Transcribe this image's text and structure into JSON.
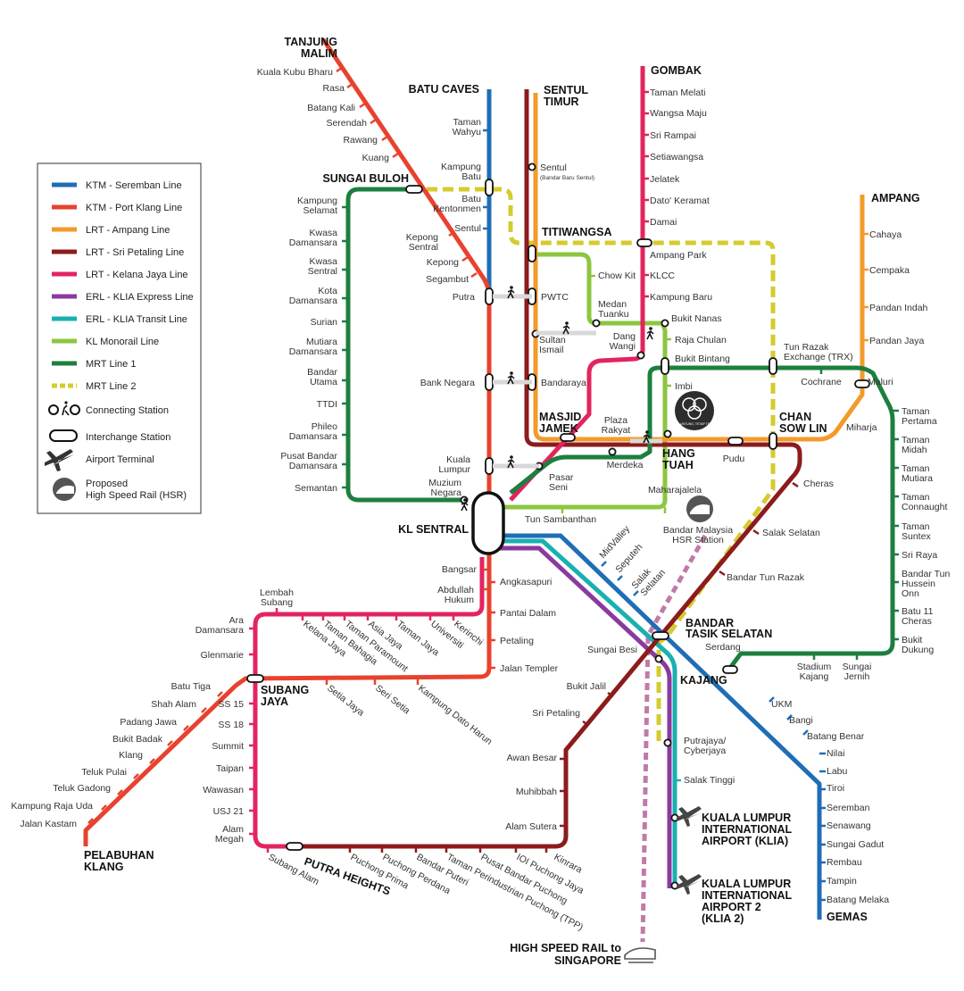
{
  "colors": {
    "ktm_seremban": "#1f6eb5",
    "ktm_port_klang": "#e8422e",
    "lrt_ampang": "#f39a2b",
    "lrt_sri_petaling": "#8c1c1c",
    "lrt_kelana_jaya": "#e2245f",
    "erl_express": "#8a3a9e",
    "erl_transit": "#1ab0b0",
    "monorail": "#8cc63f",
    "mrt1": "#1d7f3e",
    "mrt2": "#d4cb2e",
    "hsr": "#c07aa8"
  },
  "legend": {
    "ktm_seremban": "KTM - Seremban Line",
    "ktm_port_klang": "KTM - Port Klang Line",
    "lrt_ampang": "LRT - Ampang Line",
    "lrt_sri_petaling": "LRT - Sri Petaling Line",
    "lrt_kelana_jaya": "LRT - Kelana Jaya Line",
    "erl_express": "ERL - KLIA Express Line",
    "erl_transit": "ERL - KLIA Transit Line",
    "monorail": "KL Monorail Line",
    "mrt1": "MRT Line 1",
    "mrt2": "MRT Line 2",
    "connecting": "Connecting Station",
    "interchange": "Interchange Station",
    "airport": "Airport Terminal",
    "hsr1": "Proposed",
    "hsr2": "High Speed Rail (HSR)"
  },
  "logo": {
    "text": "SUKE UNTUNG, TETAP TERKINI"
  },
  "labels": [
    {
      "id": "tanjung-malim",
      "t": "TANJUNG",
      "c": "big"
    },
    {
      "id": "tanjung-malim-2",
      "t": "MALIM",
      "c": "big"
    },
    {
      "id": "kuala-kubu-bharu",
      "t": "Kuala Kubu Bharu",
      "c": "lbl"
    },
    {
      "id": "rasa",
      "t": "Rasa",
      "c": "lbl"
    },
    {
      "id": "batang-kali",
      "t": "Batang Kali",
      "c": "lbl"
    },
    {
      "id": "serendah",
      "t": "Serendah",
      "c": "lbl"
    },
    {
      "id": "rawang",
      "t": "Rawang",
      "c": "lbl"
    },
    {
      "id": "kuang",
      "t": "Kuang",
      "c": "lbl"
    },
    {
      "id": "sungai-buloh",
      "t": "SUNGAI BULOH",
      "c": "big"
    },
    {
      "id": "kampung-selamat",
      "t": "Kampung",
      "c": "lbl"
    },
    {
      "id": "kampung-selamat-2",
      "t": "Selamat",
      "c": "lbl"
    },
    {
      "id": "kwasa-damansara",
      "t": "Kwasa",
      "c": "lbl"
    },
    {
      "id": "kwasa-damansara-2",
      "t": "Damansara",
      "c": "lbl"
    },
    {
      "id": "kwasa-sentral",
      "t": "Kwasa",
      "c": "lbl"
    },
    {
      "id": "kwasa-sentral-2",
      "t": "Sentral",
      "c": "lbl"
    },
    {
      "id": "kota-damansara",
      "t": "Kota",
      "c": "lbl"
    },
    {
      "id": "kota-damansara-2",
      "t": "Damansara",
      "c": "lbl"
    },
    {
      "id": "surian",
      "t": "Surian",
      "c": "lbl"
    },
    {
      "id": "mutiara-damansara",
      "t": "Mutiara",
      "c": "lbl"
    },
    {
      "id": "mutiara-damansara-2",
      "t": "Damansara",
      "c": "lbl"
    },
    {
      "id": "bandar-utama",
      "t": "Bandar",
      "c": "lbl"
    },
    {
      "id": "bandar-utama-2",
      "t": "Utama",
      "c": "lbl"
    },
    {
      "id": "ttdi",
      "t": "TTDI",
      "c": "lbl"
    },
    {
      "id": "phileo-damansara",
      "t": "Phileo",
      "c": "lbl"
    },
    {
      "id": "phileo-damansara-2",
      "t": "Damansara",
      "c": "lbl"
    },
    {
      "id": "pusat-bandar-damansara",
      "t": "Pusat Bandar",
      "c": "lbl"
    },
    {
      "id": "pusat-bandar-damansara-2",
      "t": "Damansara",
      "c": "lbl"
    },
    {
      "id": "semantan",
      "t": "Semantan",
      "c": "lbl"
    },
    {
      "id": "batu-caves",
      "t": "BATU CAVES",
      "c": "big"
    },
    {
      "id": "taman-wahyu",
      "t": "Taman",
      "c": "lbl"
    },
    {
      "id": "taman-wahyu-2",
      "t": "Wahyu",
      "c": "lbl"
    },
    {
      "id": "kampung-batu",
      "t": "Kampung",
      "c": "lbl"
    },
    {
      "id": "kampung-batu-2",
      "t": "Batu",
      "c": "lbl"
    },
    {
      "id": "batu-kentonmen",
      "t": "Batu",
      "c": "lbl"
    },
    {
      "id": "batu-kentonmen-2",
      "t": "Kentonmen",
      "c": "lbl"
    },
    {
      "id": "sentul",
      "t": "Sentul",
      "c": "lbl"
    },
    {
      "id": "kepong-sentral",
      "t": "Kepong",
      "c": "lbl"
    },
    {
      "id": "kepong-sentral-2",
      "t": "Sentral",
      "c": "lbl"
    },
    {
      "id": "kepong",
      "t": "Kepong",
      "c": "lbl"
    },
    {
      "id": "segambut",
      "t": "Segambut",
      "c": "lbl"
    },
    {
      "id": "putra",
      "t": "Putra",
      "c": "lbl"
    },
    {
      "id": "bank-negara",
      "t": "Bank Negara",
      "c": "lbl"
    },
    {
      "id": "kuala-lumpur",
      "t": "Kuala",
      "c": "lbl"
    },
    {
      "id": "kuala-lumpur-2",
      "t": "Lumpur",
      "c": "lbl"
    },
    {
      "id": "muzium-negara",
      "t": "Muzium",
      "c": "lbl"
    },
    {
      "id": "muzium-negara-2",
      "t": "Negara",
      "c": "lbl"
    },
    {
      "id": "kl-sentral",
      "t": "KL SENTRAL",
      "c": "big"
    },
    {
      "id": "sentul-timur",
      "t": "SENTUL",
      "c": "big"
    },
    {
      "id": "sentul-timur-2",
      "t": "TIMUR",
      "c": "big"
    },
    {
      "id": "sentul-lrt",
      "t": "Sentul",
      "c": "lbl"
    },
    {
      "id": "sentul-lrt-2",
      "t": "(Bandar Baru Sentul)",
      "c": "small"
    },
    {
      "id": "titiwangsa",
      "t": "TITIWANGSA",
      "c": "big"
    },
    {
      "id": "pwtc",
      "t": "PWTC",
      "c": "lbl"
    },
    {
      "id": "sultan-ismail",
      "t": "Sultan",
      "c": "lbl"
    },
    {
      "id": "sultan-ismail-2",
      "t": "Ismail",
      "c": "lbl"
    },
    {
      "id": "bandaraya",
      "t": "Bandaraya",
      "c": "lbl"
    },
    {
      "id": "masjid-jamek",
      "t": "MASJID",
      "c": "big"
    },
    {
      "id": "masjid-jamek-2",
      "t": "JAMEK",
      "c": "big"
    },
    {
      "id": "pasar-seni",
      "t": "Pasar",
      "c": "lbl"
    },
    {
      "id": "pasar-seni-2",
      "t": "Seni",
      "c": "lbl"
    },
    {
      "id": "gombak",
      "t": "GOMBAK",
      "c": "big"
    },
    {
      "id": "taman-melati",
      "t": "Taman Melati",
      "c": "lbl"
    },
    {
      "id": "wangsa-maju",
      "t": "Wangsa Maju",
      "c": "lbl"
    },
    {
      "id": "sri-rampai",
      "t": "Sri Rampai",
      "c": "lbl"
    },
    {
      "id": "setiawangsa",
      "t": "Setiawangsa",
      "c": "lbl"
    },
    {
      "id": "jelatek",
      "t": "Jelatek",
      "c": "lbl"
    },
    {
      "id": "dato-keramat",
      "t": "Dato' Keramat",
      "c": "lbl"
    },
    {
      "id": "damai",
      "t": "Damai",
      "c": "lbl"
    },
    {
      "id": "ampang-park",
      "t": "Ampang Park",
      "c": "lbl"
    },
    {
      "id": "klcc",
      "t": "KLCC",
      "c": "lbl"
    },
    {
      "id": "kampung-baru",
      "t": "Kampung Baru",
      "c": "lbl"
    },
    {
      "id": "dang-wangi",
      "t": "Dang",
      "c": "lbl"
    },
    {
      "id": "dang-wangi-2",
      "t": "Wangi",
      "c": "lbl"
    },
    {
      "id": "chow-kit",
      "t": "Chow Kit",
      "c": "lbl"
    },
    {
      "id": "medan-tuanku",
      "t": "Medan",
      "c": "lbl"
    },
    {
      "id": "medan-tuanku-2",
      "t": "Tuanku",
      "c": "lbl"
    },
    {
      "id": "bukit-nanas",
      "t": "Bukit Nanas",
      "c": "lbl"
    },
    {
      "id": "raja-chulan",
      "t": "Raja Chulan",
      "c": "lbl"
    },
    {
      "id": "bukit-bintang",
      "t": "Bukit Bintang",
      "c": "lbl"
    },
    {
      "id": "imbi",
      "t": "Imbi",
      "c": "lbl"
    },
    {
      "id": "plaza-rakyat",
      "t": "Plaza",
      "c": "lbl"
    },
    {
      "id": "plaza-rakyat-2",
      "t": "Rakyat",
      "c": "lbl"
    },
    {
      "id": "merdeka",
      "t": "Merdeka",
      "c": "lbl"
    },
    {
      "id": "hang-tuah",
      "t": "HANG",
      "c": "big"
    },
    {
      "id": "hang-tuah-2",
      "t": "TUAH",
      "c": "big"
    },
    {
      "id": "maharajalela",
      "t": "Maharajalela",
      "c": "lbl"
    },
    {
      "id": "tun-sambanthan",
      "t": "Tun Sambanthan",
      "c": "lbl"
    },
    {
      "id": "pudu",
      "t": "Pudu",
      "c": "lbl"
    },
    {
      "id": "chan-sow-lin",
      "t": "CHAN",
      "c": "big"
    },
    {
      "id": "chan-sow-lin-2",
      "t": "SOW LIN",
      "c": "big"
    },
    {
      "id": "tun-razak-exchange",
      "t": "Tun Razak",
      "c": "lbl"
    },
    {
      "id": "tun-razak-exchange-2",
      "t": "Exchange (TRX)",
      "c": "lbl"
    },
    {
      "id": "cochrane",
      "t": "Cochrane",
      "c": "lbl"
    },
    {
      "id": "maluri",
      "t": "Maluri",
      "c": "lbl"
    },
    {
      "id": "miharja",
      "t": "Miharja",
      "c": "lbl"
    },
    {
      "id": "ampang",
      "t": "AMPANG",
      "c": "big"
    },
    {
      "id": "cahaya",
      "t": "Cahaya",
      "c": "lbl"
    },
    {
      "id": "cempaka",
      "t": "Cempaka",
      "c": "lbl"
    },
    {
      "id": "pandan-indah",
      "t": "Pandan Indah",
      "c": "lbl"
    },
    {
      "id": "pandan-jaya",
      "t": "Pandan Jaya",
      "c": "lbl"
    },
    {
      "id": "taman-pertama",
      "t": "Taman",
      "c": "lbl"
    },
    {
      "id": "taman-pertama-2",
      "t": "Pertama",
      "c": "lbl"
    },
    {
      "id": "taman-midah",
      "t": "Taman",
      "c": "lbl"
    },
    {
      "id": "taman-midah-2",
      "t": "Midah",
      "c": "lbl"
    },
    {
      "id": "taman-mutiara",
      "t": "Taman",
      "c": "lbl"
    },
    {
      "id": "taman-mutiara-2",
      "t": "Mutiara",
      "c": "lbl"
    },
    {
      "id": "taman-connaught",
      "t": "Taman",
      "c": "lbl"
    },
    {
      "id": "taman-connaught-2",
      "t": "Connaught",
      "c": "lbl"
    },
    {
      "id": "taman-suntex",
      "t": "Taman",
      "c": "lbl"
    },
    {
      "id": "taman-suntex-2",
      "t": "Suntex",
      "c": "lbl"
    },
    {
      "id": "sri-raya",
      "t": "Sri Raya",
      "c": "lbl"
    },
    {
      "id": "bandar-tun-hussein-onn",
      "t": "Bandar Tun",
      "c": "lbl"
    },
    {
      "id": "bandar-tun-hussein-onn-2",
      "t": "Hussein",
      "c": "lbl"
    },
    {
      "id": "bandar-tun-hussein-onn-3",
      "t": "Onn",
      "c": "lbl"
    },
    {
      "id": "batu-11-cheras",
      "t": "Batu 11",
      "c": "lbl"
    },
    {
      "id": "batu-11-cheras-2",
      "t": "Cheras",
      "c": "lbl"
    },
    {
      "id": "bukit-dukung",
      "t": "Bukit",
      "c": "lbl"
    },
    {
      "id": "bukit-dukung-2",
      "t": "Dukung",
      "c": "lbl"
    },
    {
      "id": "cheras",
      "t": "Cheras",
      "c": "lbl"
    },
    {
      "id": "salak-selatan",
      "t": "Salak Selatan",
      "c": "lbl"
    },
    {
      "id": "bandar-tun-razak",
      "t": "Bandar Tun Razak",
      "c": "lbl"
    },
    {
      "id": "bandar-malaysia",
      "t": "Bandar Malaysia",
      "c": "lbl"
    },
    {
      "id": "bandar-malaysia-2",
      "t": "HSR Station",
      "c": "lbl"
    },
    {
      "id": "bandar-tasik-selatan",
      "t": "BANDAR",
      "c": "big"
    },
    {
      "id": "bandar-tasik-selatan-2",
      "t": "TASIK SELATAN",
      "c": "big"
    },
    {
      "id": "serdang",
      "t": "Serdang",
      "c": "lbl"
    },
    {
      "id": "kajang",
      "t": "KAJANG",
      "c": "big"
    },
    {
      "id": "stadium-kajang",
      "t": "Stadium",
      "c": "lbl"
    },
    {
      "id": "stadium-kajang-2",
      "t": "Kajang",
      "c": "lbl"
    },
    {
      "id": "sungai-jernih",
      "t": "Sungai",
      "c": "lbl"
    },
    {
      "id": "sungai-jernih-2",
      "t": "Jernih",
      "c": "lbl"
    },
    {
      "id": "ukm",
      "t": "UKM",
      "c": "lbl"
    },
    {
      "id": "bangi",
      "t": "Bangi",
      "c": "lbl"
    },
    {
      "id": "batang-benar",
      "t": "Batang Benar",
      "c": "lbl"
    },
    {
      "id": "nilai",
      "t": "Nilai",
      "c": "lbl"
    },
    {
      "id": "labu",
      "t": "Labu",
      "c": "lbl"
    },
    {
      "id": "tiroi",
      "t": "Tiroi",
      "c": "lbl"
    },
    {
      "id": "seremban",
      "t": "Seremban",
      "c": "lbl"
    },
    {
      "id": "senawang",
      "t": "Senawang",
      "c": "lbl"
    },
    {
      "id": "sungai-gadut",
      "t": "Sungai Gadut",
      "c": "lbl"
    },
    {
      "id": "rembau",
      "t": "Rembau",
      "c": "lbl"
    },
    {
      "id": "tampin",
      "t": "Tampin",
      "c": "lbl"
    },
    {
      "id": "batang-melaka",
      "t": "Batang Melaka",
      "c": "lbl"
    },
    {
      "id": "gemas",
      "t": "GEMAS",
      "c": "big"
    },
    {
      "id": "sungai-besi",
      "t": "Sungai Besi",
      "c": "lbl"
    },
    {
      "id": "bukit-jalil",
      "t": "Bukit Jalil",
      "c": "lbl"
    },
    {
      "id": "sri-petaling",
      "t": "Sri Petaling",
      "c": "lbl"
    },
    {
      "id": "awan-besar",
      "t": "Awan Besar",
      "c": "lbl"
    },
    {
      "id": "muhibbah",
      "t": "Muhibbah",
      "c": "lbl"
    },
    {
      "id": "alam-sutera",
      "t": "Alam Sutera",
      "c": "lbl"
    },
    {
      "id": "putrajaya",
      "t": "Putrajaya/",
      "c": "lbl"
    },
    {
      "id": "putrajaya-2",
      "t": "Cyberjaya",
      "c": "lbl"
    },
    {
      "id": "salak-tinggi",
      "t": "Salak Tinggi",
      "c": "lbl"
    },
    {
      "id": "klia",
      "t": "KUALA LUMPUR",
      "c": "big"
    },
    {
      "id": "klia-2",
      "t": "INTERNATIONAL",
      "c": "big"
    },
    {
      "id": "klia-3",
      "t": "AIRPORT (KLIA)",
      "c": "big"
    },
    {
      "id": "klia2",
      "t": "KUALA LUMPUR",
      "c": "big"
    },
    {
      "id": "klia2-2",
      "t": "INTERNATIONAL",
      "c": "big"
    },
    {
      "id": "klia2-3",
      "t": "AIRPORT 2",
      "c": "big"
    },
    {
      "id": "klia2-4",
      "t": "(KLIA 2)",
      "c": "big"
    },
    {
      "id": "hsr-singapore",
      "t": "HIGH SPEED RAIL to",
      "c": "big"
    },
    {
      "id": "hsr-singapore-2",
      "t": "SINGAPORE",
      "c": "big"
    },
    {
      "id": "bangsar",
      "t": "Bangsar",
      "c": "lbl"
    },
    {
      "id": "abdullah-hukum",
      "t": "Abdullah",
      "c": "lbl"
    },
    {
      "id": "abdullah-hukum-2",
      "t": "Hukum",
      "c": "lbl"
    },
    {
      "id": "angkasapuri",
      "t": "Angkasapuri",
      "c": "lbl"
    },
    {
      "id": "pantai-dalam",
      "t": "Pantai Dalam",
      "c": "lbl"
    },
    {
      "id": "petaling",
      "t": "Petaling",
      "c": "lbl"
    },
    {
      "id": "jalan-templer",
      "t": "Jalan Templer",
      "c": "lbl"
    },
    {
      "id": "lembah-subang",
      "t": "Lembah",
      "c": "lbl"
    },
    {
      "id": "lembah-subang-2",
      "t": "Subang",
      "c": "lbl"
    },
    {
      "id": "ara-damansara",
      "t": "Ara",
      "c": "lbl"
    },
    {
      "id": "ara-damansara-2",
      "t": "Damansara",
      "c": "lbl"
    },
    {
      "id": "glenmarie",
      "t": "Glenmarie",
      "c": "lbl"
    },
    {
      "id": "subang-jaya",
      "t": "SUBANG",
      "c": "big"
    },
    {
      "id": "subang-jaya-2",
      "t": "JAYA",
      "c": "big"
    },
    {
      "id": "batu-tiga",
      "t": "Batu Tiga",
      "c": "lbl"
    },
    {
      "id": "shah-alam",
      "t": "Shah Alam",
      "c": "lbl"
    },
    {
      "id": "padang-jawa",
      "t": "Padang Jawa",
      "c": "lbl"
    },
    {
      "id": "bukit-badak",
      "t": "Bukit Badak",
      "c": "lbl"
    },
    {
      "id": "klang",
      "t": "Klang",
      "c": "lbl"
    },
    {
      "id": "teluk-pulai",
      "t": "Teluk Pulai",
      "c": "lbl"
    },
    {
      "id": "teluk-gadong",
      "t": "Teluk Gadong",
      "c": "lbl"
    },
    {
      "id": "kampung-raja-uda",
      "t": "Kampung Raja Uda",
      "c": "lbl"
    },
    {
      "id": "jalan-kastam",
      "t": "Jalan Kastam",
      "c": "lbl"
    },
    {
      "id": "pelabuhan-klang",
      "t": "PELABUHAN",
      "c": "big"
    },
    {
      "id": "pelabuhan-klang-2",
      "t": "KLANG",
      "c": "big"
    },
    {
      "id": "ss-15",
      "t": "SS 15",
      "c": "lbl"
    },
    {
      "id": "ss-18",
      "t": "SS 18",
      "c": "lbl"
    },
    {
      "id": "summit",
      "t": "Summit",
      "c": "lbl"
    },
    {
      "id": "taipan",
      "t": "Taipan",
      "c": "lbl"
    },
    {
      "id": "wawasan",
      "t": "Wawasan",
      "c": "lbl"
    },
    {
      "id": "usj-21",
      "t": "USJ 21",
      "c": "lbl"
    },
    {
      "id": "alam-megah",
      "t": "Alam",
      "c": "lbl"
    },
    {
      "id": "alam-megah-2",
      "t": "Megah",
      "c": "lbl"
    },
    {
      "id": "putra-heights",
      "t": "PUTRA HEIGHTS",
      "c": "big"
    },
    {
      "id": "kelana-jaya",
      "t": "Kelana Jaya",
      "c": "rot"
    },
    {
      "id": "taman-bahagia",
      "t": "Taman Bahagia",
      "c": "rot"
    },
    {
      "id": "taman-paramount",
      "t": "Taman Paramount",
      "c": "rot"
    },
    {
      "id": "asia-jaya",
      "t": "Asia Jaya",
      "c": "rot"
    },
    {
      "id": "taman-jaya",
      "t": "Taman Jaya",
      "c": "rot"
    },
    {
      "id": "universiti",
      "t": "Universiti",
      "c": "rot"
    },
    {
      "id": "kerinchi",
      "t": "Kerinchi",
      "c": "rot"
    },
    {
      "id": "setia-jaya",
      "t": "Setia Jaya",
      "c": "rot"
    },
    {
      "id": "seri-setia",
      "t": "Seri Setia",
      "c": "rot"
    },
    {
      "id": "kampung-dato-harun",
      "t": "Kampung Dato Harun",
      "c": "rot"
    },
    {
      "id": "subang-alam",
      "t": "Subang Alam",
      "c": "rot"
    },
    {
      "id": "puchong-prima",
      "t": "Puchong Prima",
      "c": "rot"
    },
    {
      "id": "puchong-perdana",
      "t": "Puchong Perdana",
      "c": "rot"
    },
    {
      "id": "bandar-puteri",
      "t": "Bandar Puteri",
      "c": "rot"
    },
    {
      "id": "taman-perindustrian-puchong",
      "t": "Taman Perindustrian Puchong (TPP)",
      "c": "rot"
    },
    {
      "id": "pusat-bandar-puchong",
      "t": "Pusat Bandar Puchong",
      "c": "rot"
    },
    {
      "id": "ioi-puchong-jaya",
      "t": "IOI Puchong Jaya",
      "c": "rot"
    },
    {
      "id": "kinrara",
      "t": "Kinrara",
      "c": "rot"
    },
    {
      "id": "midvalley",
      "t": "MidValley",
      "c": "rot"
    },
    {
      "id": "seputeh",
      "t": "Seputeh",
      "c": "rot"
    },
    {
      "id": "salak-selatan-ktm",
      "t": "Salak",
      "c": "rot"
    },
    {
      "id": "salak-selatan-ktm-2",
      "t": "Selatan",
      "c": "rot"
    }
  ]
}
